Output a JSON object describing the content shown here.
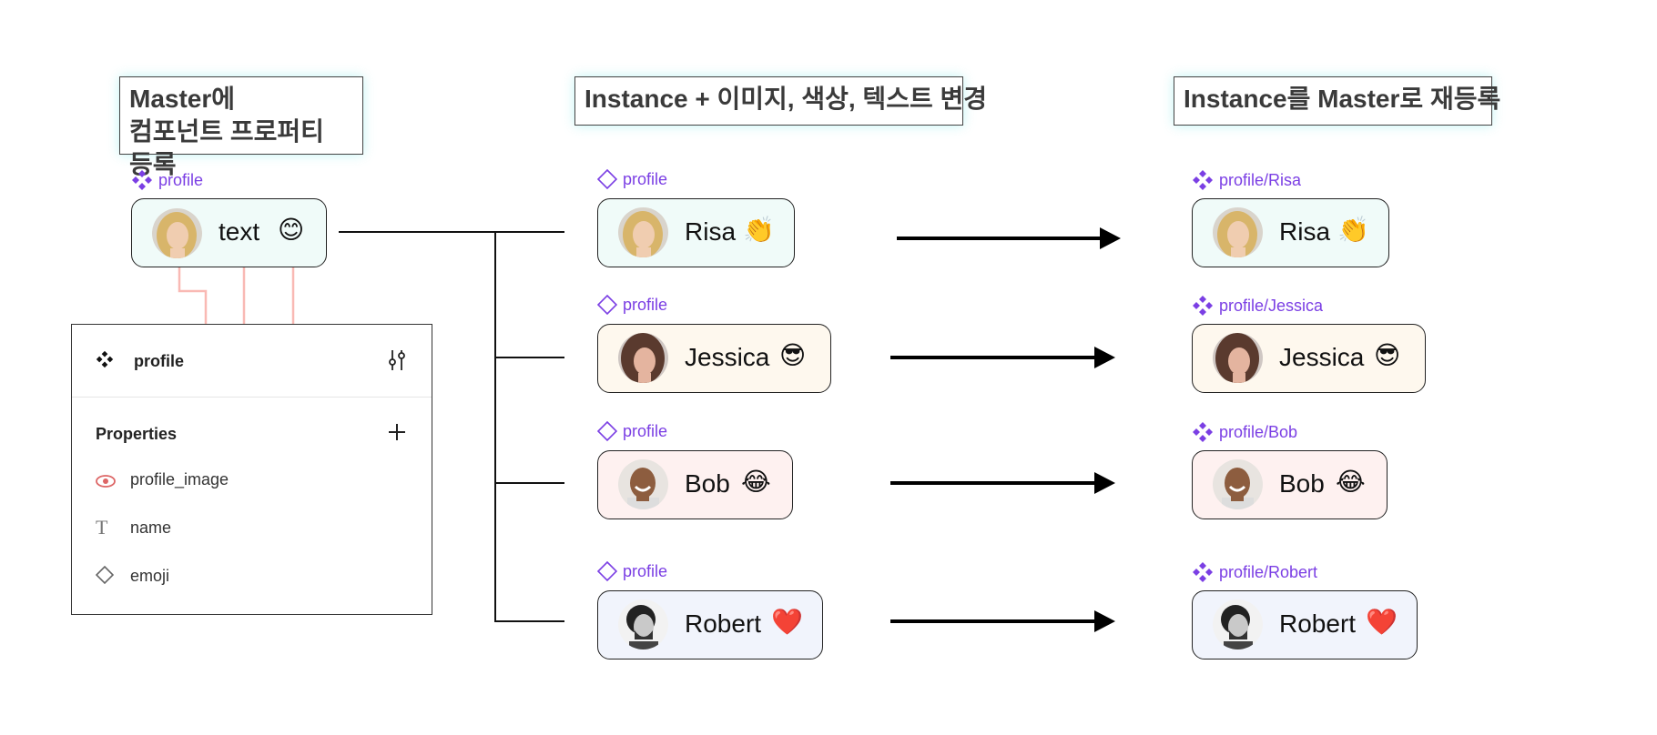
{
  "titles": {
    "master": "Master에\n컴포넌트 프로퍼티 등록",
    "instance": "Instance + 이미지, 색상, 텍스트 변경",
    "register": "Instance를 Master로 재등록"
  },
  "master": {
    "label": "profile",
    "card_text": "text",
    "emoji": "😊"
  },
  "panel": {
    "title": "profile",
    "properties_label": "Properties",
    "properties": [
      {
        "name": "profile_image",
        "icon": "eye-icon"
      },
      {
        "name": "name",
        "icon": "text-icon"
      },
      {
        "name": "emoji",
        "icon": "diamond-icon"
      }
    ]
  },
  "instances": [
    {
      "label": "profile",
      "name": "Risa",
      "emoji": "👏",
      "bg": "#F0FBF9",
      "avatar": "blonde"
    },
    {
      "label": "profile",
      "name": "Jessica",
      "emoji": "😎",
      "bg": "#FEF8EE",
      "avatar": "brunette"
    },
    {
      "label": "profile",
      "name": "Bob",
      "emoji": "😂",
      "bg": "#FEF1F0",
      "avatar": "bald"
    },
    {
      "label": "profile",
      "name": "Robert",
      "emoji": "❤️",
      "bg": "#F1F4FC",
      "avatar": "curly"
    }
  ],
  "registered": [
    {
      "label": "profile/Risa",
      "name": "Risa",
      "emoji": "👏",
      "bg": "#F0FBF9",
      "avatar": "blonde"
    },
    {
      "label": "profile/Jessica",
      "name": "Jessica",
      "emoji": "😎",
      "bg": "#FEF8EE",
      "avatar": "brunette"
    },
    {
      "label": "profile/Bob",
      "name": "Bob",
      "emoji": "😂",
      "bg": "#FEF1F0",
      "avatar": "bald"
    },
    {
      "label": "profile/Robert",
      "name": "Robert",
      "emoji": "❤️",
      "bg": "#F1F4FC",
      "avatar": "curly"
    }
  ],
  "colors": {
    "component_purple": "#7B3FE4",
    "connector_pink": "#F9B9B4",
    "master_card_bg": "#F0FBF9"
  }
}
